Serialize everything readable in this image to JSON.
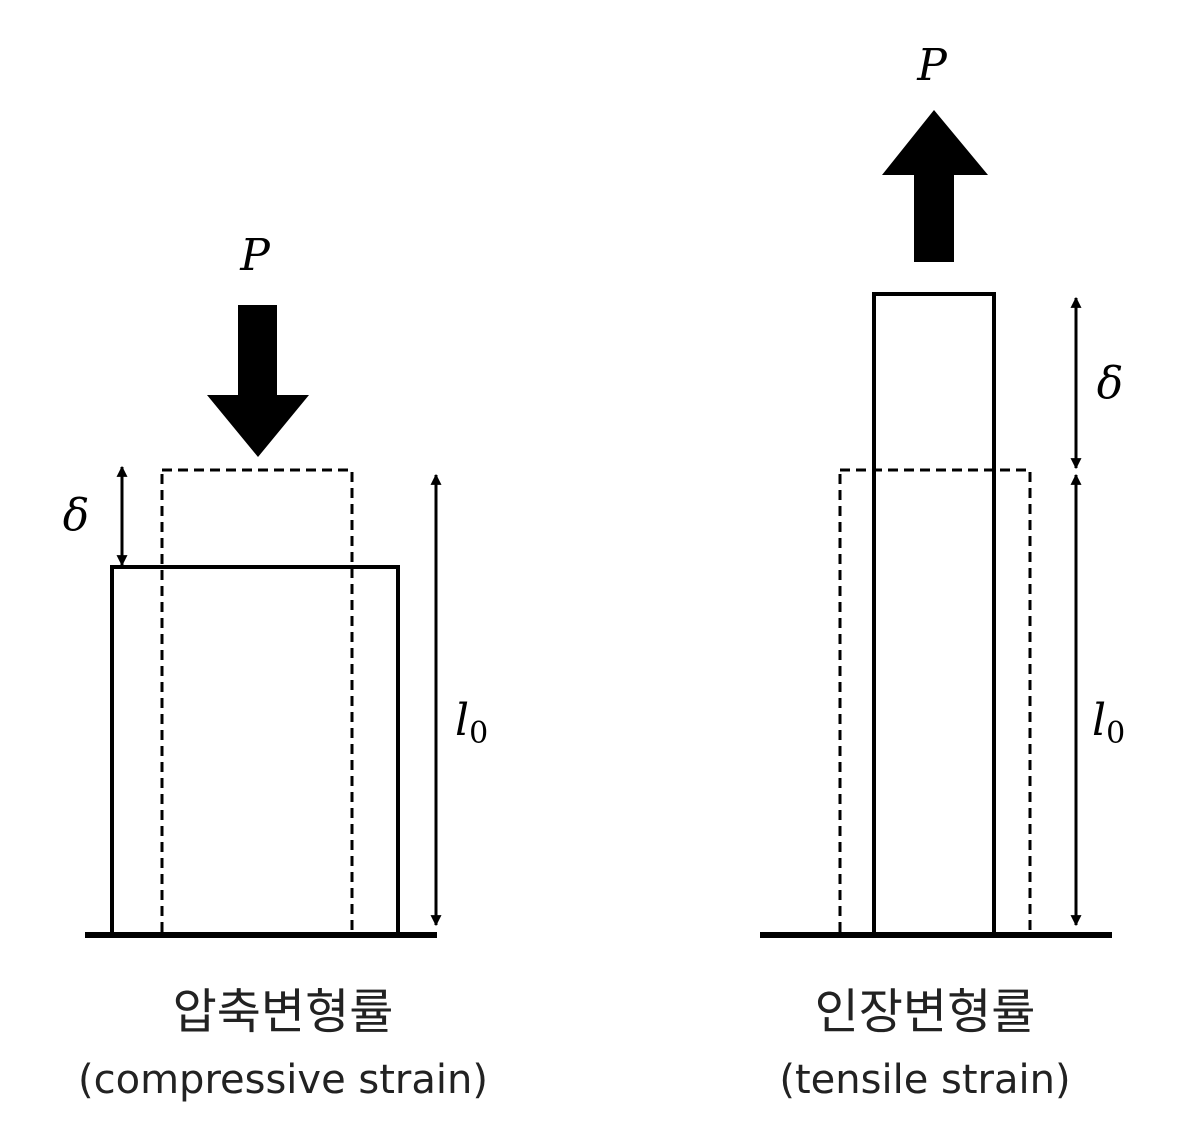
{
  "compressive": {
    "force_label": "P",
    "delta_label": "δ",
    "length_label": "l",
    "length_subscript": "0",
    "caption_korean": "압축변형률",
    "caption_english": "(compressive strain)"
  },
  "tensile": {
    "force_label": "P",
    "delta_label": "δ",
    "length_label": "l",
    "length_subscript": "0",
    "caption_korean": "인장변형률",
    "caption_english": "(tensile strain)"
  }
}
